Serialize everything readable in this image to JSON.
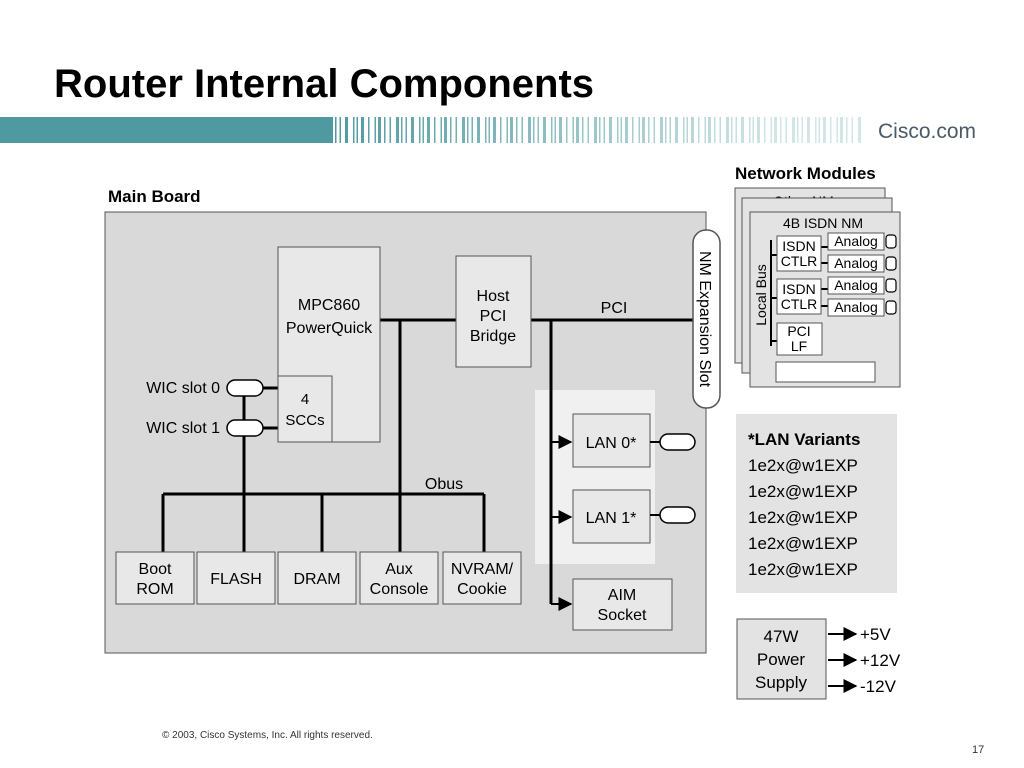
{
  "slide": {
    "title": "Router Internal Components",
    "brand": "Cisco.com",
    "footer": "© 2003, Cisco Systems, Inc. All rights reserved.",
    "page_number": "17"
  },
  "main_board": {
    "title": "Main Board",
    "cpu": [
      "MPC860",
      "PowerQuick"
    ],
    "sccs": [
      "4",
      "SCCs"
    ],
    "host_pci_bridge": [
      "Host",
      "PCI",
      "Bridge"
    ],
    "pci_label": "PCI",
    "obus_label": "Obus",
    "wic_slot_0": "WIC slot 0",
    "wic_slot_1": "WIC slot 1",
    "memory": {
      "boot_rom": [
        "Boot",
        "ROM"
      ],
      "flash": "FLASH",
      "dram": "DRAM",
      "aux_console": [
        "Aux",
        "Console"
      ],
      "nvram_cookie": [
        "NVRAM/",
        "Cookie"
      ]
    },
    "lan0": "LAN 0*",
    "lan1": "LAN 1*",
    "aim_socket": [
      "AIM",
      "Socket"
    ],
    "nm_expansion_slot": "NM Expansion Slot"
  },
  "network_modules": {
    "title": "Network Modules",
    "other_nms": "Other NMs",
    "isdn_nm": "4B ISDN NM",
    "local_bus": "Local Bus",
    "isdn_ctlr_a": [
      "ISDN",
      "CTLR"
    ],
    "isdn_ctlr_b": [
      "ISDN",
      "CTLR"
    ],
    "analog_1": "Analog",
    "analog_2": "Analog",
    "analog_3": "Analog",
    "analog_4": "Analog",
    "pci_lf": [
      "PCI",
      "LF"
    ]
  },
  "lan_variants": {
    "title": "*LAN Variants",
    "items": [
      "1e2x@w1EXP",
      "1e2x@w1EXP",
      "1e2x@w1EXP",
      "1e2x@w1EXP",
      "1e2x@w1EXP"
    ]
  },
  "power_supply": {
    "label": [
      "47W",
      "Power",
      "Supply"
    ],
    "rails": [
      "+5V",
      "+12V",
      "-12V"
    ]
  },
  "colors": {
    "board_fill": "#d9d9d9",
    "box_fill": "#e8e8e8",
    "panel_fill": "#e3e3e3",
    "lan_highlight": "#f0f0f0",
    "brand_bar": "#4f9aa0",
    "line": "#000000"
  }
}
